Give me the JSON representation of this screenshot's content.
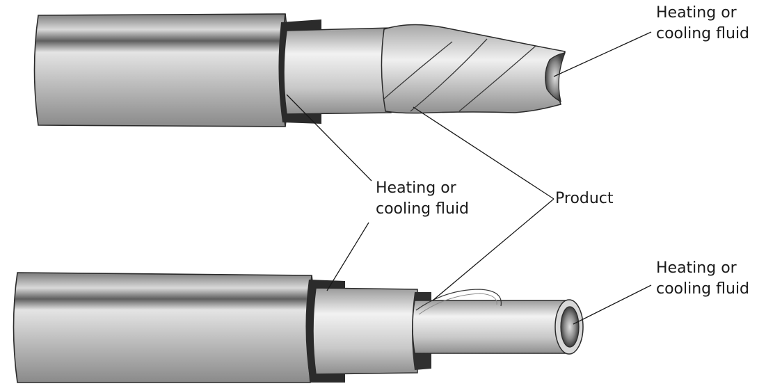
{
  "labels": {
    "top_right": {
      "line1": "Heating or",
      "line2": "cooling fluid"
    },
    "middle": {
      "line1": "Heating or",
      "line2": "cooling fluid"
    },
    "product": "Product",
    "bottom_right": {
      "line1": "Heating or",
      "line2": "cooling fluid"
    }
  },
  "colors": {
    "metal_light": "#e6e6e6",
    "metal_mid": "#b5b5b5",
    "metal_dark": "#6e6e6e",
    "outline": "#2a2a2a",
    "text": "#1a1a1a"
  }
}
